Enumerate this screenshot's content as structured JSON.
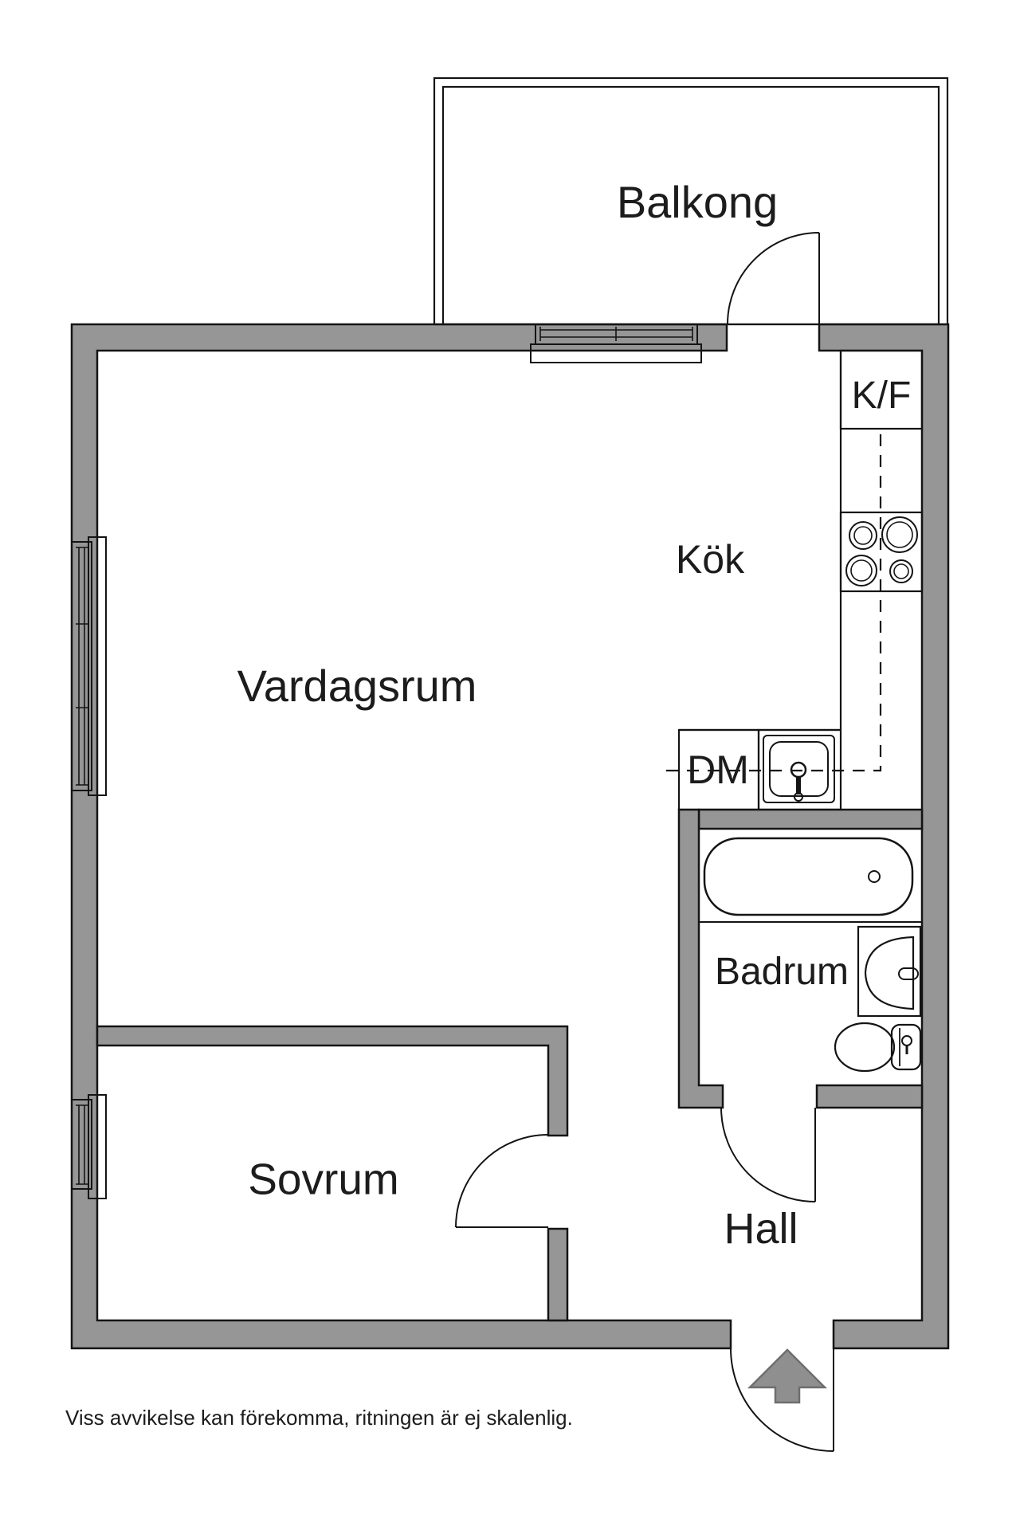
{
  "floorplan": {
    "labels": {
      "balcony": "Balkong",
      "fridge_freezer": "K/F",
      "kitchen": "Kök",
      "living_room": "Vardagsrum",
      "dishwasher": "DM",
      "bathroom": "Badrum",
      "bedroom": "Sovrum",
      "hall": "Hall"
    },
    "disclaimer": "Viss avvikelse kan förekomma, ritningen är ej skalenlig.",
    "colors": {
      "wall": "#969696",
      "outline": "#141414",
      "stove": "#4d4d4d",
      "burner": "#8c8c8c",
      "arrow_fill": "#8f8f8f",
      "arrow_border": "#6e6e6e",
      "text": "#1c1c1c",
      "background": "#ffffff"
    }
  }
}
